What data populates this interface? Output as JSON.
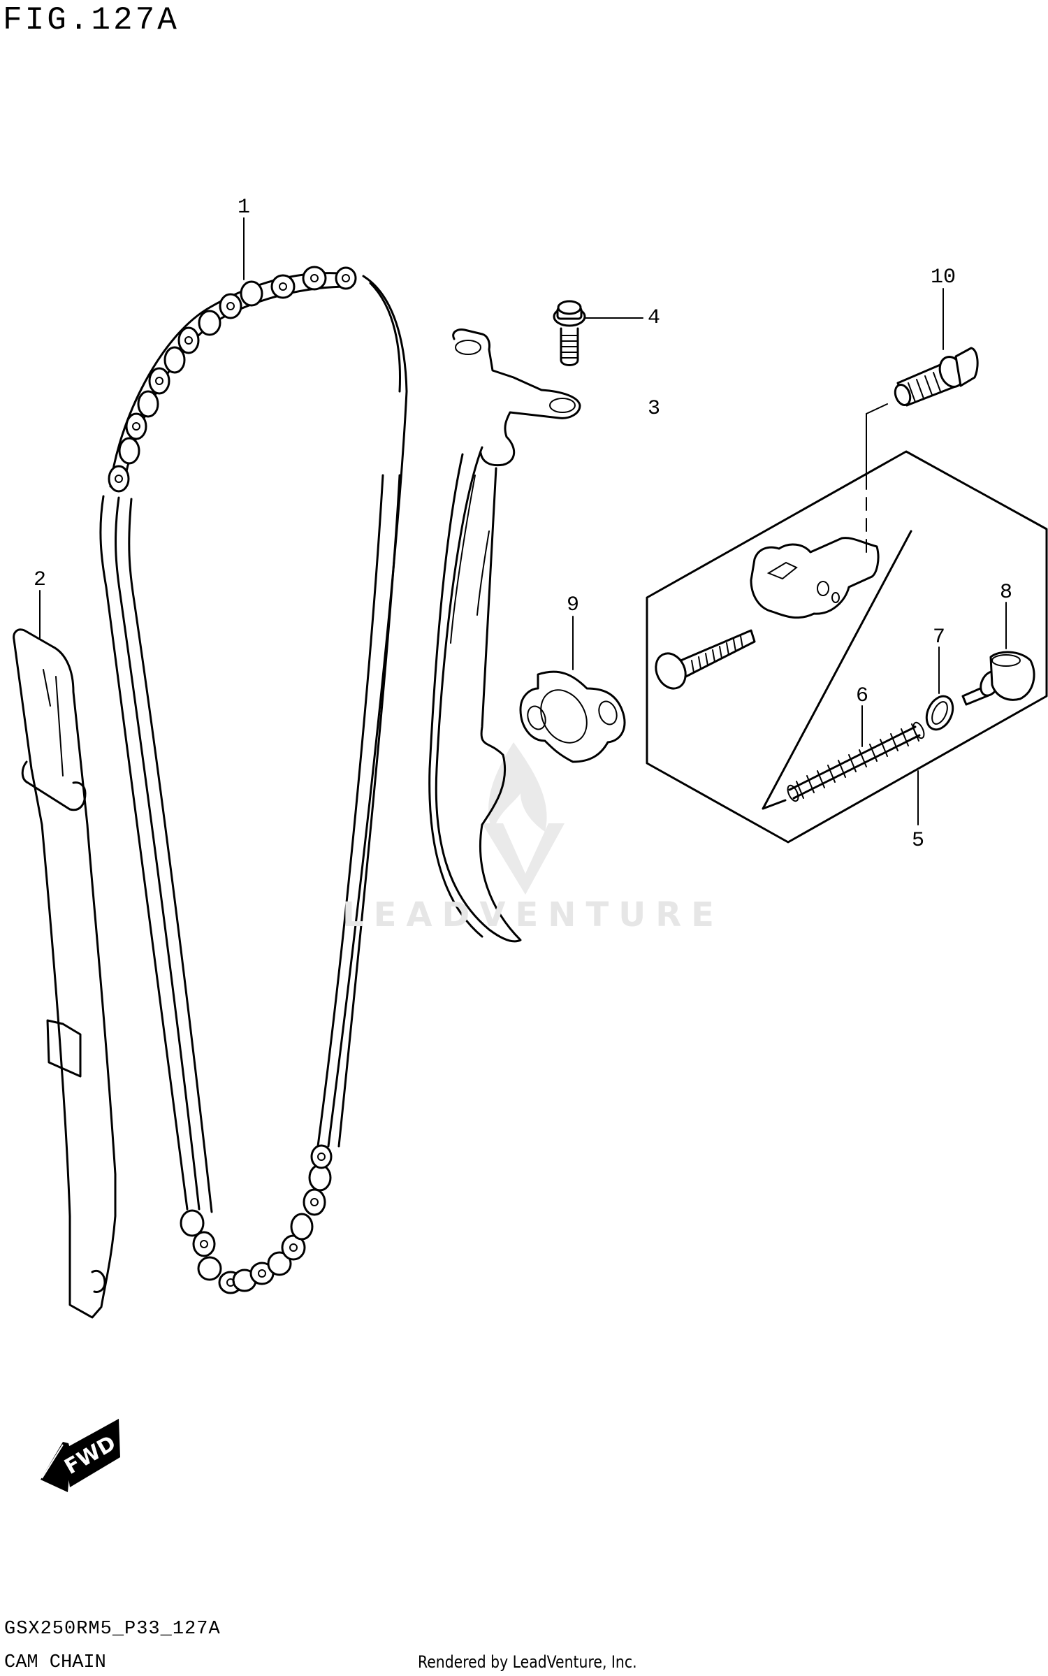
{
  "figure": {
    "title": "FIG.127A",
    "code": "GSX250RM5_P33_127A",
    "name": "CAM CHAIN"
  },
  "credit": "Rendered by LeadVenture, Inc.",
  "watermark": "LEADVENTURE",
  "direction_marker": {
    "label": "FWD",
    "icon": "forward-arrow-icon"
  },
  "callouts": [
    {
      "number": "1",
      "part": "cam chain"
    },
    {
      "number": "2",
      "part": "cam chain guide (rear)"
    },
    {
      "number": "3",
      "part": "cam chain tensioner"
    },
    {
      "number": "4",
      "part": "bolt"
    },
    {
      "number": "5",
      "part": "cam chain tensioner adjuster assy"
    },
    {
      "number": "6",
      "part": "spring"
    },
    {
      "number": "7",
      "part": "gasket ring"
    },
    {
      "number": "8",
      "part": "plug bolt"
    },
    {
      "number": "9",
      "part": "gasket"
    },
    {
      "number": "10",
      "part": "bolt"
    }
  ]
}
